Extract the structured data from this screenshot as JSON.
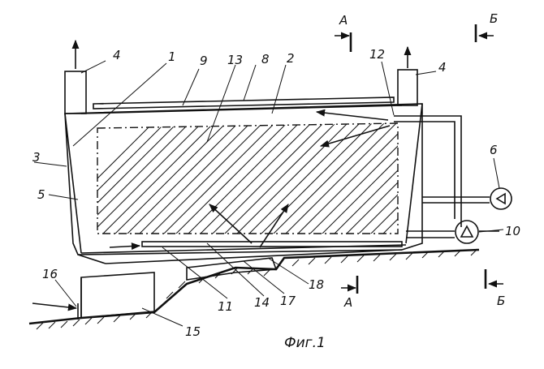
{
  "labels": {
    "l1": "1",
    "l2": "2",
    "l3": "3",
    "l4a": "4",
    "l4b": "4",
    "l5": "5",
    "l6": "6",
    "l8": "8",
    "l9": "9",
    "l10": "10",
    "l11": "11",
    "l12": "12",
    "l13": "13",
    "l14": "14",
    "l15": "15",
    "l16": "16",
    "l17": "17",
    "l18": "18"
  },
  "sections": {
    "a_top": "А",
    "a_bottom": "А",
    "b_top": "Б",
    "b_bottom": "Б"
  },
  "caption": "Фиг.1"
}
